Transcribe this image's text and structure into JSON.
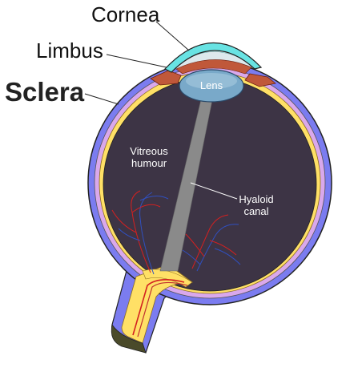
{
  "diagram": {
    "labels": {
      "cornea": "Cornea",
      "limbus": "Limbus",
      "sclera": "Sclera",
      "lens": "Lens",
      "vitreous_line1": "Vitreous",
      "vitreous_line2": "humour",
      "hyaloid_line1": "Hyaloid",
      "hyaloid_line2": "canal"
    },
    "colors": {
      "sclera": "#7b7cf0",
      "choroid": "#d9a8ec",
      "retina": "#ffe066",
      "vitreous": "#3d3445",
      "lens": "#79a9c9",
      "cornea": "#68e3e3",
      "iris": "#c0583a",
      "canal": "#8a8a8a",
      "vessel_red": "#d42020",
      "vessel_blue": "#3050c0"
    }
  }
}
